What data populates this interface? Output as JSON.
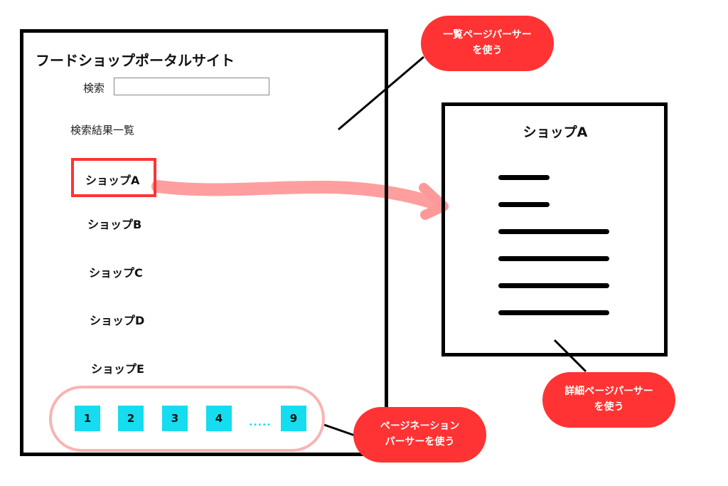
{
  "left_page": {
    "title": "フードショップポータルサイト",
    "search_label": "検索",
    "search_value": "",
    "results_heading": "検索結果一覧",
    "shops": [
      "ショップA",
      "ショップB",
      "ショップC",
      "ショップD",
      "ショップE"
    ],
    "pagination": {
      "pages": [
        "1",
        "2",
        "3",
        "4"
      ],
      "ellipsis": ".....",
      "last": "9"
    }
  },
  "detail_page": {
    "title": "ショップA"
  },
  "callouts": {
    "list_parser": [
      "一覧ページパーサー",
      "を使う"
    ],
    "detail_parser": [
      "詳細ページパーサー",
      "を使う"
    ],
    "pagination_parser": [
      "ページネーション",
      "パーサーを使う"
    ]
  },
  "colors": {
    "callout": "#ff3333",
    "highlight": "#ff3333",
    "arrow": "#ff9999",
    "page_button": "#15dcef",
    "pill_border": "#f9b3b3"
  }
}
